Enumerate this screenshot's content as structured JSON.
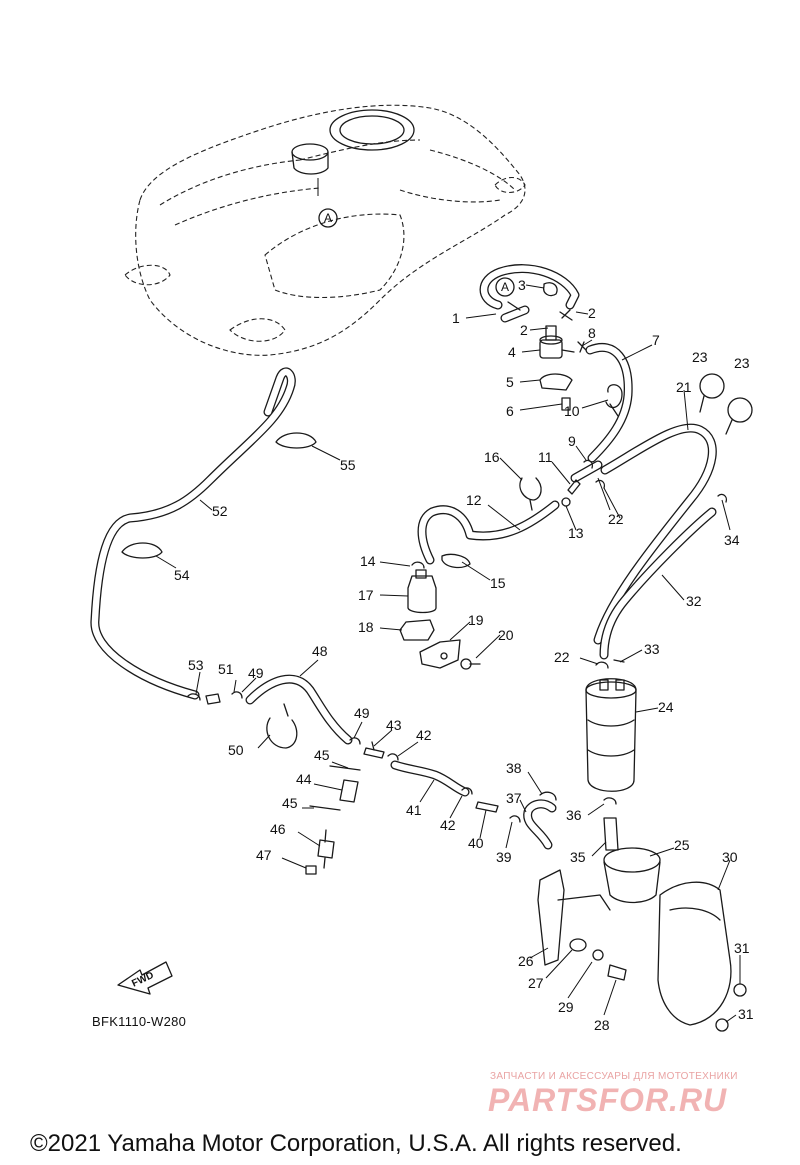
{
  "diagram": {
    "callouts": [
      "1",
      "2",
      "2",
      "3",
      "4",
      "5",
      "6",
      "7",
      "8",
      "9",
      "10",
      "11",
      "12",
      "13",
      "14",
      "15",
      "16",
      "17",
      "18",
      "19",
      "20",
      "21",
      "22",
      "22",
      "23",
      "23",
      "24",
      "25",
      "26",
      "27",
      "28",
      "29",
      "30",
      "31",
      "31",
      "32",
      "33",
      "34",
      "35",
      "36",
      "37",
      "38",
      "39",
      "40",
      "41",
      "42",
      "42",
      "43",
      "44",
      "45",
      "45",
      "46",
      "47",
      "48",
      "49",
      "49",
      "50",
      "51",
      "52",
      "53",
      "54",
      "55"
    ],
    "reference_mark": "A",
    "fwd_label": "FWD"
  },
  "diagram_code": "BFK1110-W280",
  "watermark": {
    "tagline": "ЗАПЧАСТИ И АКСЕССУАРЫ ДЛЯ МОТОТЕХНИКИ",
    "brand": "PARTSFOR.RU"
  },
  "copyright": "©2021 Yamaha Motor Corporation, U.S.A. All rights reserved."
}
